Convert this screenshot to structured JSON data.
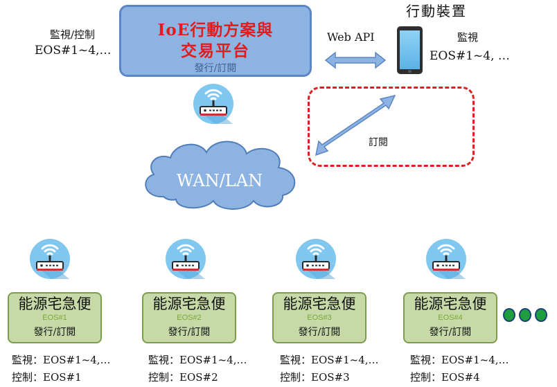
{
  "platform": {
    "title_line1": "IoE行動方案與",
    "title_line2": "交易平台",
    "subtitle": "發行/訂閱"
  },
  "left_label": {
    "line1": "監視/控制",
    "line2": "EOS#1~4,…"
  },
  "web_api": "Web API",
  "device": {
    "title": "行動裝置",
    "line1": "監視",
    "line2": "EOS#1~4, …"
  },
  "subscribe_label": "訂閱",
  "cloud_label": "WAN/LAN",
  "nodes": [
    {
      "name": "能源宅急便",
      "eos": "EOS#1",
      "pubsub": "發行/訂閱",
      "monitor": "監視：EOS#1~4,…",
      "control": "控制：EOS#1"
    },
    {
      "name": "能源宅急便",
      "eos": "EOS#2",
      "pubsub": "發行/訂閱",
      "monitor": "監視：EOS#1~4,…",
      "control": "控制：EOS#2"
    },
    {
      "name": "能源宅急便",
      "eos": "EOS#3",
      "pubsub": "發行/訂閱",
      "monitor": "監視：EOS#1~4,…",
      "control": "控制：EOS#3"
    },
    {
      "name": "能源宅急便",
      "eos": "EOS#4",
      "pubsub": "發行/訂閱",
      "monitor": "監視：EOS#1~4,…",
      "control": "控制：EOS#4"
    }
  ],
  "colors": {
    "platform_fill": "#8db3e2",
    "platform_title": "#e31b1b",
    "node_fill": "#c6d9a7",
    "router_circle": "#7fc7ef",
    "dashed_border": "#e02020"
  },
  "icons": [
    "wifi-router-icon",
    "smartphone-icon",
    "cloud-icon",
    "double-arrow-icon",
    "ellipsis-dots-icon"
  ]
}
